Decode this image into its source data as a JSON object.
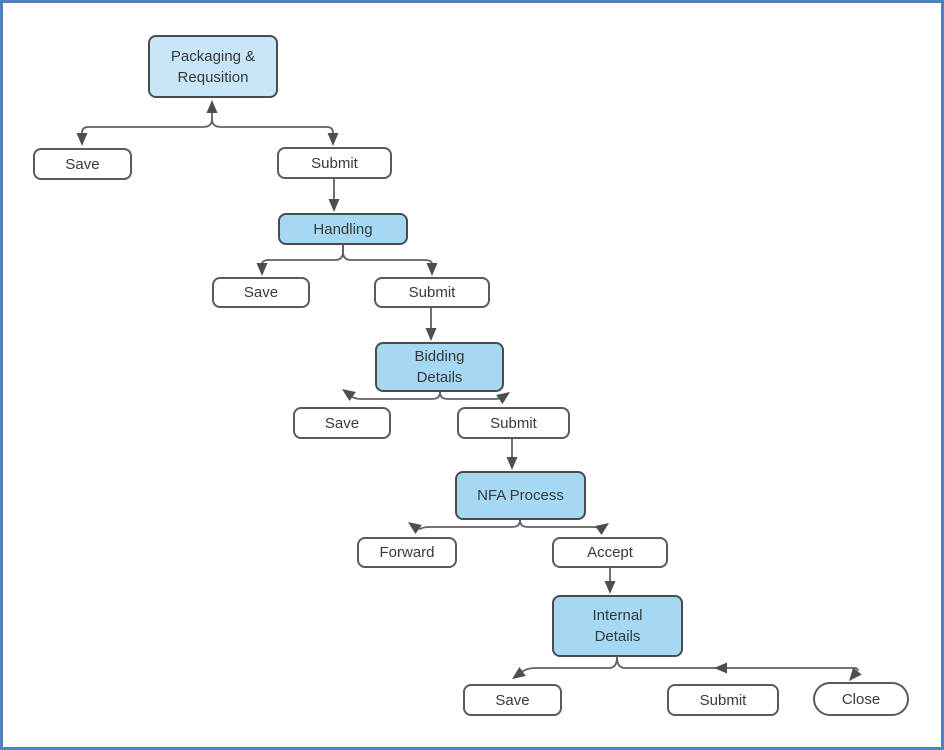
{
  "colors": {
    "frame": "#4E81BD",
    "canvas_bg": "#FFFFFF",
    "node_blue": "#A5D8F2",
    "node_light_blue": "#C8E6F8",
    "node_white": "#FFFFFF",
    "node_border_dark": "#4A4B4D",
    "node_border": "#595A5C",
    "connector": "#5F6062",
    "arrow": "#4D4E50",
    "text": "#38393B"
  },
  "diagram": {
    "nodes": [
      {
        "id": "packaging",
        "label": "Packaging &\nRequsition",
        "shape": "rounded-rect",
        "fill": "light_blue"
      },
      {
        "id": "save-1",
        "label": "Save",
        "shape": "rounded-rect",
        "fill": "white"
      },
      {
        "id": "submit-1",
        "label": "Submit",
        "shape": "rounded-rect",
        "fill": "white"
      },
      {
        "id": "handling",
        "label": "Handling",
        "shape": "rounded-rect",
        "fill": "blue"
      },
      {
        "id": "save-2",
        "label": "Save",
        "shape": "rounded-rect",
        "fill": "white"
      },
      {
        "id": "submit-2",
        "label": "Submit",
        "shape": "rounded-rect",
        "fill": "white"
      },
      {
        "id": "bidding-details",
        "label": "Bidding\nDetails",
        "shape": "rounded-rect",
        "fill": "blue"
      },
      {
        "id": "save-3",
        "label": "Save",
        "shape": "rounded-rect",
        "fill": "white"
      },
      {
        "id": "submit-3",
        "label": "Submit",
        "shape": "rounded-rect",
        "fill": "white"
      },
      {
        "id": "nfa-process",
        "label": "NFA Process",
        "shape": "rounded-rect",
        "fill": "blue"
      },
      {
        "id": "forward",
        "label": "Forward",
        "shape": "rounded-rect",
        "fill": "white"
      },
      {
        "id": "accept",
        "label": "Accept",
        "shape": "rounded-rect",
        "fill": "white"
      },
      {
        "id": "internal-details",
        "label": "Internal\nDetails",
        "shape": "rounded-rect",
        "fill": "blue"
      },
      {
        "id": "save-4",
        "label": "Save",
        "shape": "rounded-rect",
        "fill": "white"
      },
      {
        "id": "submit-4",
        "label": "Submit",
        "shape": "rounded-rect",
        "fill": "white"
      },
      {
        "id": "close",
        "label": "Close",
        "shape": "stadium",
        "fill": "white"
      }
    ],
    "edges": [
      {
        "from": "packaging",
        "to": "save-1"
      },
      {
        "from": "packaging",
        "to": "submit-1"
      },
      {
        "from": "submit-1",
        "to": "handling"
      },
      {
        "from": "handling",
        "to": "save-2"
      },
      {
        "from": "handling",
        "to": "submit-2"
      },
      {
        "from": "submit-2",
        "to": "bidding-details"
      },
      {
        "from": "bidding-details",
        "to": "save-3"
      },
      {
        "from": "bidding-details",
        "to": "submit-3"
      },
      {
        "from": "submit-3",
        "to": "nfa-process"
      },
      {
        "from": "nfa-process",
        "to": "forward"
      },
      {
        "from": "nfa-process",
        "to": "accept"
      },
      {
        "from": "accept",
        "to": "internal-details"
      },
      {
        "from": "internal-details",
        "to": "save-4"
      },
      {
        "from": "internal-details",
        "to": "submit-4"
      },
      {
        "from": "internal-details",
        "to": "close"
      }
    ]
  }
}
